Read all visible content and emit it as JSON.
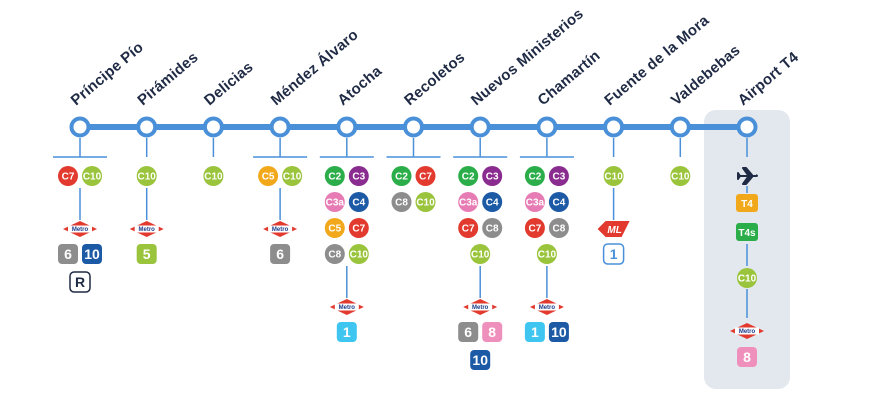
{
  "colors": {
    "line": "#4a90d9",
    "highlight_bg": "#e3e8ee",
    "C1": "#3bb3e6",
    "C2": "#2bae4a",
    "C3": "#8a2c8f",
    "C3a": "#e77bb3",
    "C4": "#1c5aa6",
    "C5": "#f2a81b",
    "C7": "#e23a2e",
    "C8": "#8d8d8d",
    "C10": "#9ac43c",
    "M1": "#3ec6f0",
    "M5": "#9ac43c",
    "M6": "#8d8d8d",
    "M8": "#ef8fbc",
    "M10": "#1c5aa6",
    "T4": "#f2a81b",
    "T4s": "#2bae4a"
  },
  "stations": [
    {
      "name": "Príncipe Pío",
      "cercanias": [
        [
          "C7",
          "C10"
        ]
      ],
      "metro": {
        "type": "metro",
        "logo_text": "Metro",
        "lines": [
          [
            "6",
            "10"
          ],
          [
            "R"
          ]
        ]
      }
    },
    {
      "name": "Pirámides",
      "cercanias": [
        [
          "C10"
        ]
      ],
      "metro": {
        "type": "metro",
        "logo_text": "Metro",
        "lines": [
          [
            "5"
          ]
        ]
      }
    },
    {
      "name": "Delicias",
      "cercanias": [
        [
          "C10"
        ]
      ]
    },
    {
      "name": "Méndez Álvaro",
      "cercanias": [
        [
          "C5",
          "C10"
        ]
      ],
      "metro": {
        "type": "metro",
        "logo_text": "Metro",
        "lines": [
          [
            "6"
          ]
        ]
      }
    },
    {
      "name": "Atocha",
      "cercanias": [
        [
          "C2",
          "C3"
        ],
        [
          "C3a",
          "C4"
        ],
        [
          "C5",
          "C7"
        ],
        [
          "C8",
          "C10"
        ]
      ],
      "metro": {
        "type": "metro",
        "logo_text": "Metro",
        "lines": [
          [
            "1"
          ]
        ]
      }
    },
    {
      "name": "Recoletos",
      "cercanias": [
        [
          "C2",
          "C7"
        ],
        [
          "C8",
          "C10"
        ]
      ]
    },
    {
      "name": "Nuevos Ministerios",
      "cercanias": [
        [
          "C2",
          "C3"
        ],
        [
          "C3a",
          "C4"
        ],
        [
          "C7",
          "C8"
        ],
        [
          "C10"
        ]
      ],
      "metro": {
        "type": "metro",
        "logo_text": "Metro",
        "lines": [
          [
            "6",
            "8"
          ],
          [
            "10"
          ]
        ]
      }
    },
    {
      "name": "Chamartín",
      "cercanias": [
        [
          "C2",
          "C3"
        ],
        [
          "C3a",
          "C4"
        ],
        [
          "C7",
          "C8"
        ],
        [
          "C10"
        ]
      ],
      "metro": {
        "type": "metro",
        "logo_text": "Metro",
        "lines": [
          [
            "1",
            "10"
          ]
        ]
      }
    },
    {
      "name": "Fuente de la Mora",
      "cercanias": [
        [
          "C10"
        ]
      ],
      "metro": {
        "type": "ml",
        "logo_text": "ML",
        "lines": [
          [
            "1"
          ]
        ]
      }
    },
    {
      "name": "Valdebebas",
      "cercanias": [
        [
          "C10"
        ]
      ]
    },
    {
      "name": "Airport T4",
      "airport": {
        "icon": "airplane-icon",
        "terminals": [
          "T4",
          "T4s"
        ]
      },
      "cercanias": [
        [
          "C10"
        ]
      ],
      "metro": {
        "type": "metro",
        "logo_text": "Metro",
        "lines": [
          [
            "8"
          ]
        ]
      }
    }
  ]
}
